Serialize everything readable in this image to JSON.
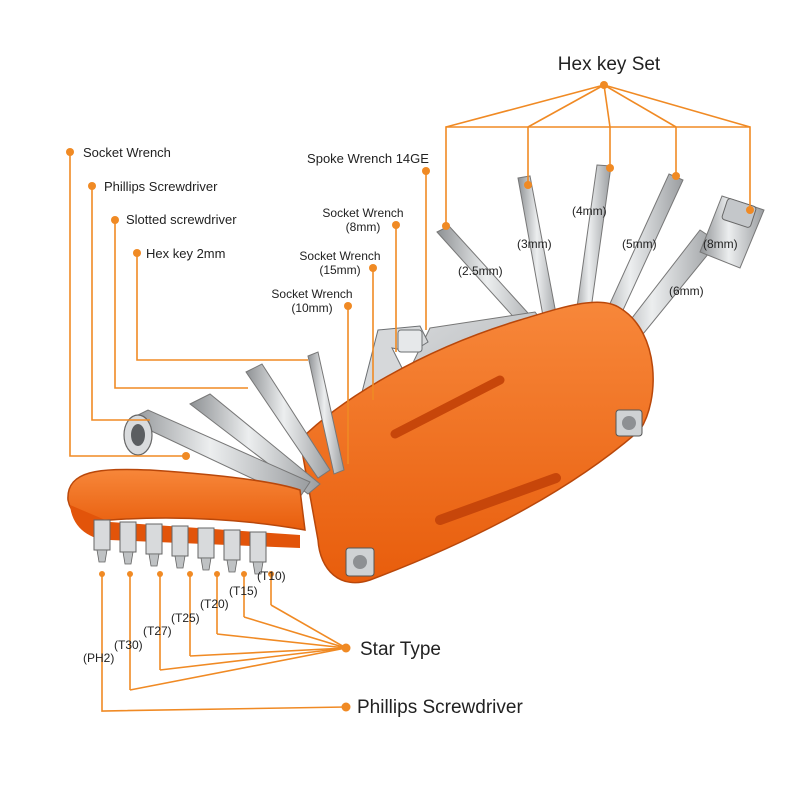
{
  "colors": {
    "accent": "#f08a24",
    "handle": "#f26f1a",
    "metal": "#c9cbcd",
    "text": "#222222"
  },
  "labels": {
    "hex_key_set": "Hex key Set",
    "socket_wrench": "Socket Wrench",
    "phillips_screwdriver_top": "Phillips Screwdriver",
    "slotted_screwdriver": "Slotted screwdriver",
    "hex_key_2mm": "Hex key 2mm",
    "spoke_wrench": "Spoke Wrench 14GE",
    "socket_8mm_name": "Socket Wrench",
    "socket_8mm_size": "(8mm)",
    "socket_15mm_name": "Socket Wrench",
    "socket_15mm_size": "(15mm)",
    "socket_10mm_name": "Socket Wrench",
    "socket_10mm_size": "(10mm)",
    "hex_2_5mm": "(2.5mm)",
    "hex_3mm": "(3mm)",
    "hex_4mm": "(4mm)",
    "hex_5mm": "(5mm)",
    "hex_6mm": "(6mm)",
    "hex_8mm": "(8mm)",
    "bit_t10": "(T10)",
    "bit_t15": "(T15)",
    "bit_t20": "(T20)",
    "bit_t25": "(T25)",
    "bit_t27": "(T27)",
    "bit_t30": "(T30)",
    "bit_ph2": "(PH2)",
    "star_type": "Star Type",
    "phillips_screwdriver_bottom": "Phillips Screwdriver"
  }
}
